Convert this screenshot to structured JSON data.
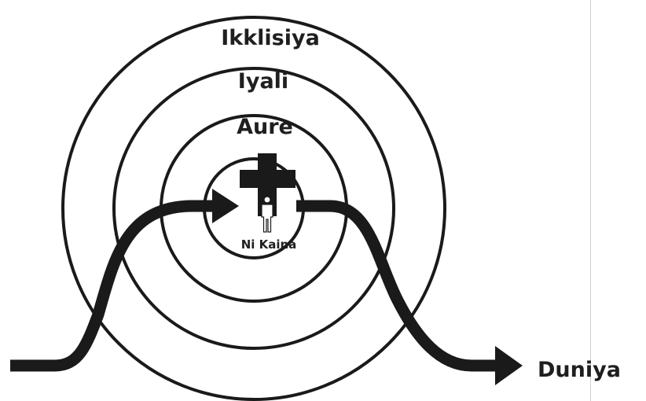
{
  "diagram": {
    "rings": {
      "outer": "Ikklisiya",
      "second": "Iyali",
      "third": "Aure",
      "center": "Ni Kaina"
    },
    "world_label": "Duniya",
    "icons": [
      "cross-icon",
      "person-icon",
      "arrow-right-icon"
    ],
    "colors": {
      "stroke": "#1a1a1a",
      "text": "#1f1f1f",
      "background": "#ffffff"
    }
  }
}
